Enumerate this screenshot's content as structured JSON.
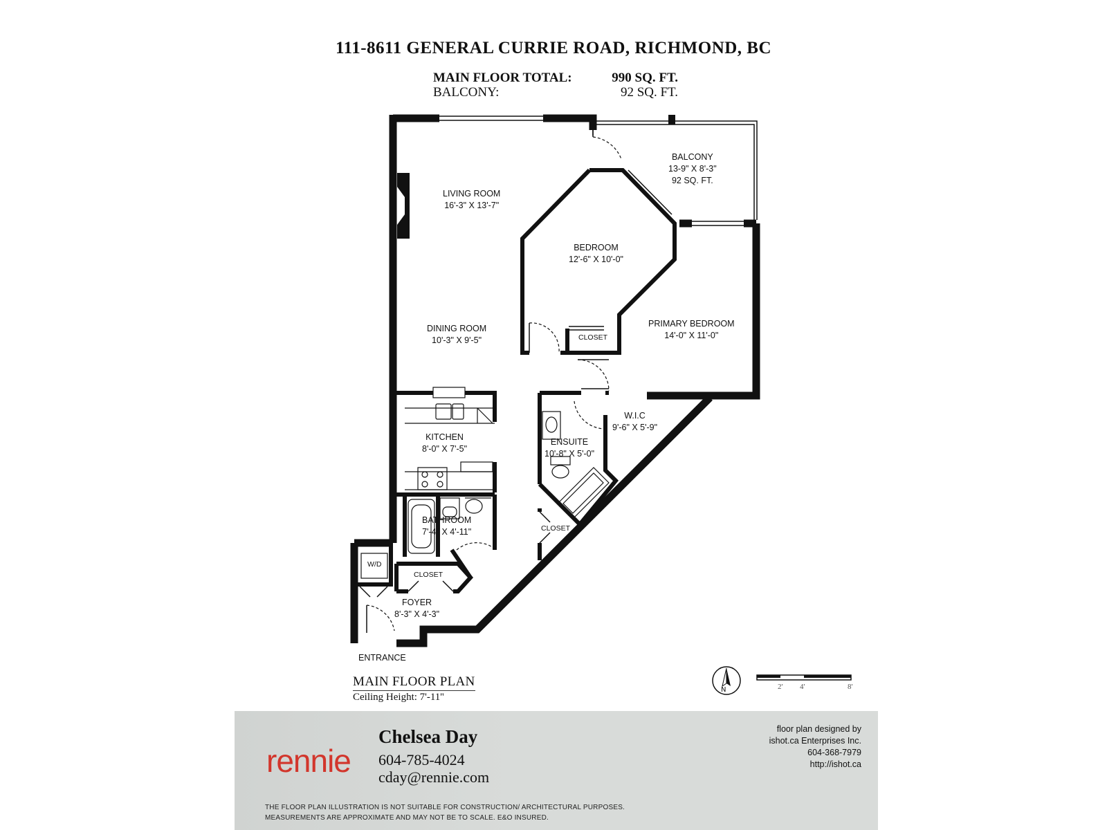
{
  "title": "111-8611 GENERAL CURRIE ROAD, RICHMOND, BC",
  "totals": {
    "main_floor_label": "MAIN FLOOR TOTAL:",
    "main_floor_value": "990 SQ. FT.",
    "balcony_label": "BALCONY:",
    "balcony_value": "92 SQ. FT."
  },
  "rooms": {
    "living_room": {
      "name": "LIVING ROOM",
      "dim": "16'-3\" X 13'-7\""
    },
    "balcony": {
      "name": "BALCONY",
      "dim": "13-9\" X 8'-3\"",
      "area": "92 SQ. FT."
    },
    "bedroom": {
      "name": "BEDROOM",
      "dim": "12'-6\" X 10'-0\""
    },
    "dining_room": {
      "name": "DINING ROOM",
      "dim": "10'-3\" X 9'-5\""
    },
    "primary_bedroom": {
      "name": "PRIMARY BEDROOM",
      "dim": "14'-0\" X 11'-0\""
    },
    "closet_bedroom": {
      "name": "CLOSET"
    },
    "kitchen": {
      "name": "KITCHEN",
      "dim": "8'-0\" X 7'-5\""
    },
    "wic": {
      "name": "W.I.C",
      "dim": "9'-6\" X 5'-9\""
    },
    "ensuite": {
      "name": "ENSUITE",
      "dim": "10'-8\" X 5'-0\""
    },
    "closet_hall": {
      "name": "CLOSET"
    },
    "bathroom": {
      "name": "BATHROOM",
      "dim": "7'-4\" X 4'-11\""
    },
    "wd": {
      "name": "W/D"
    },
    "closet_foyer": {
      "name": "CLOSET"
    },
    "foyer": {
      "name": "FOYER",
      "dim": "8'-3\" X 4'-3\""
    },
    "entrance": {
      "name": "ENTRANCE"
    }
  },
  "plan_caption": {
    "title": "MAIN FLOOR PLAN",
    "ceiling": "Ceiling Height: 7'-11''"
  },
  "compass": {
    "letter": "N",
    "icon": "north-arrow-icon"
  },
  "scale_bar": {
    "ticks": [
      "2'",
      "4'",
      "8'"
    ]
  },
  "footer": {
    "logo": "rennie",
    "agent_name": "Chelsea Day",
    "agent_phone": "604-785-4024",
    "agent_email": "cday@rennie.com",
    "designer_line1": "floor plan designed by",
    "designer_line2": "ishot.ca Enterprises Inc.",
    "designer_phone": "604-368-7979",
    "designer_url": "http://ishot.ca",
    "disclaimer_line1": "THE FLOOR PLAN ILLUSTRATION IS NOT SUITABLE FOR CONSTRUCTION/ ARCHITECTURAL PURPOSES.",
    "disclaimer_line2": "MEASUREMENTS ARE APPROXIMATE AND MAY NOT BE TO SCALE. E&O INSURED."
  },
  "colors": {
    "wall": "#111111",
    "footer_bg": "#d8dbd9",
    "logo": "#d2362c"
  }
}
